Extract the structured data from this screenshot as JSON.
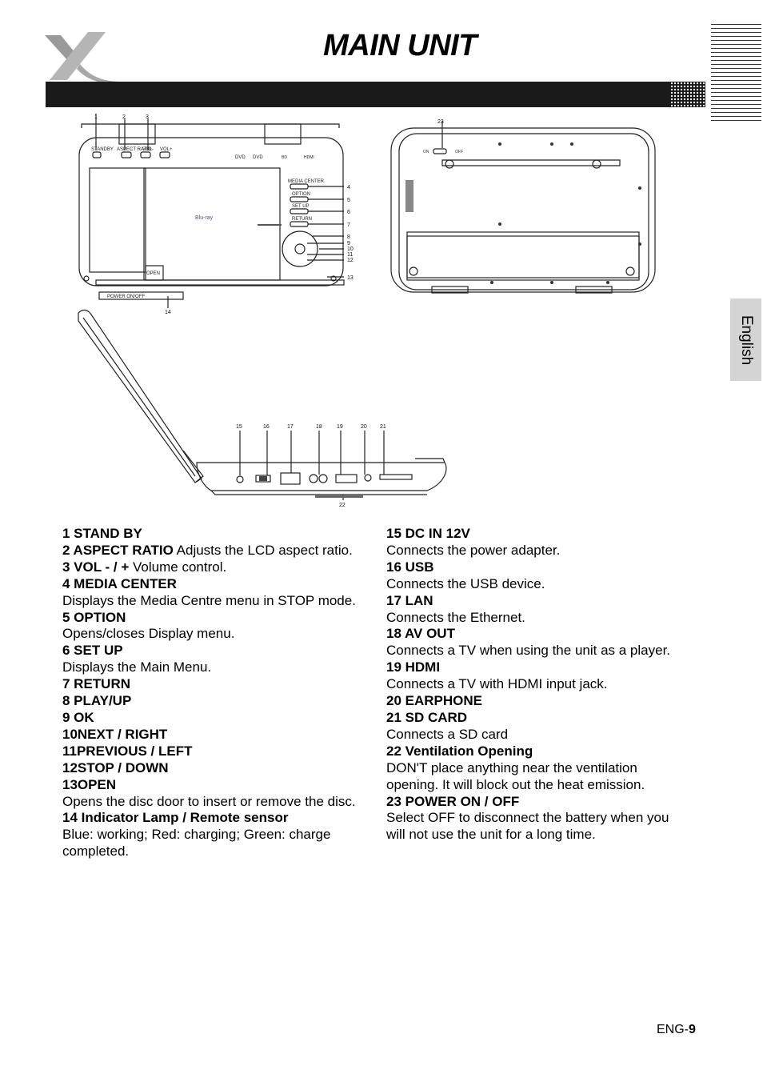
{
  "header": {
    "title": "MAIN UNIT"
  },
  "side_tab": {
    "label": "English"
  },
  "figures": {
    "front_labels": [
      "1",
      "2",
      "3",
      "4",
      "5",
      "6",
      "7",
      "8",
      "9",
      "10",
      "11",
      "12",
      "13",
      "14"
    ],
    "back_labels": [
      "23"
    ],
    "side_labels": [
      "15",
      "16",
      "17",
      "18",
      "19",
      "20",
      "21",
      "22"
    ],
    "front_button_texts": [
      "STANDBY",
      "ASPECT RATIO",
      "VOL-",
      "VOL+",
      "MEDIA CENTER",
      "OPTION",
      "SET UP",
      "RETURN",
      "OPEN",
      "POWER ON/OFF"
    ]
  },
  "left_items": [
    {
      "number_title": "1 STAND BY",
      "inline": "",
      "text": ""
    },
    {
      "number_title": "2 ASPECT RATIO",
      "inline": " Adjusts the LCD aspect ratio.",
      "text": ""
    },
    {
      "number_title": "3 VOL - / +",
      "inline": " Volume control.",
      "text": ""
    },
    {
      "number_title": "4 MEDIA CENTER",
      "inline": "",
      "text": "Displays the Media Centre menu in STOP mode."
    },
    {
      "number_title": "5 OPTION",
      "inline": "",
      "text": "Opens/closes Display menu."
    },
    {
      "number_title": "6 SET UP",
      "inline": "",
      "text": "Displays the Main Menu."
    },
    {
      "number_title": "7 RETURN",
      "inline": "",
      "text": ""
    },
    {
      "number_title": "8 PLAY/UP",
      "inline": "",
      "text": ""
    },
    {
      "number_title": "9 OK",
      "inline": "",
      "text": ""
    },
    {
      "number_title": "10NEXT / RIGHT",
      "inline": "",
      "text": ""
    },
    {
      "number_title": "11PREVIOUS / LEFT",
      "inline": "",
      "text": ""
    },
    {
      "number_title": "12STOP / DOWN",
      "inline": "",
      "text": ""
    },
    {
      "number_title": "13OPEN",
      "inline": "",
      "text": "Opens the disc door to insert or remove the disc."
    },
    {
      "number_title": "14 Indicator Lamp / Remote sensor",
      "inline": "",
      "text": "Blue: working; Red: charging; Green: charge completed."
    }
  ],
  "right_items": [
    {
      "number_title": "15 DC IN 12V",
      "inline": "",
      "text": "Connects the power adapter."
    },
    {
      "number_title": "16 USB",
      "inline": "",
      "text": "Connects the USB device."
    },
    {
      "number_title": "17 LAN",
      "inline": "",
      "text": "Connects the Ethernet."
    },
    {
      "number_title": "18 AV OUT",
      "inline": "",
      "text": "Connects a TV when using the unit as a player."
    },
    {
      "number_title": "19 HDMI",
      "inline": "",
      "text": "Connects a TV with HDMI input jack."
    },
    {
      "number_title": "20 EARPHONE",
      "inline": "",
      "text": ""
    },
    {
      "number_title": "21 SD CARD",
      "inline": "",
      "text": "Connects a SD card"
    },
    {
      "number_title": "22 Ventilation Opening",
      "inline": "",
      "text": "DON'T place anything near the ventilation opening. It will block out the heat emission."
    },
    {
      "number_title": "23 POWER ON / OFF",
      "inline": "",
      "text": "Select OFF to disconnect the battery when you will not use the unit for a long time."
    }
  ],
  "footer": {
    "prefix": "ENG-",
    "page": "9"
  }
}
